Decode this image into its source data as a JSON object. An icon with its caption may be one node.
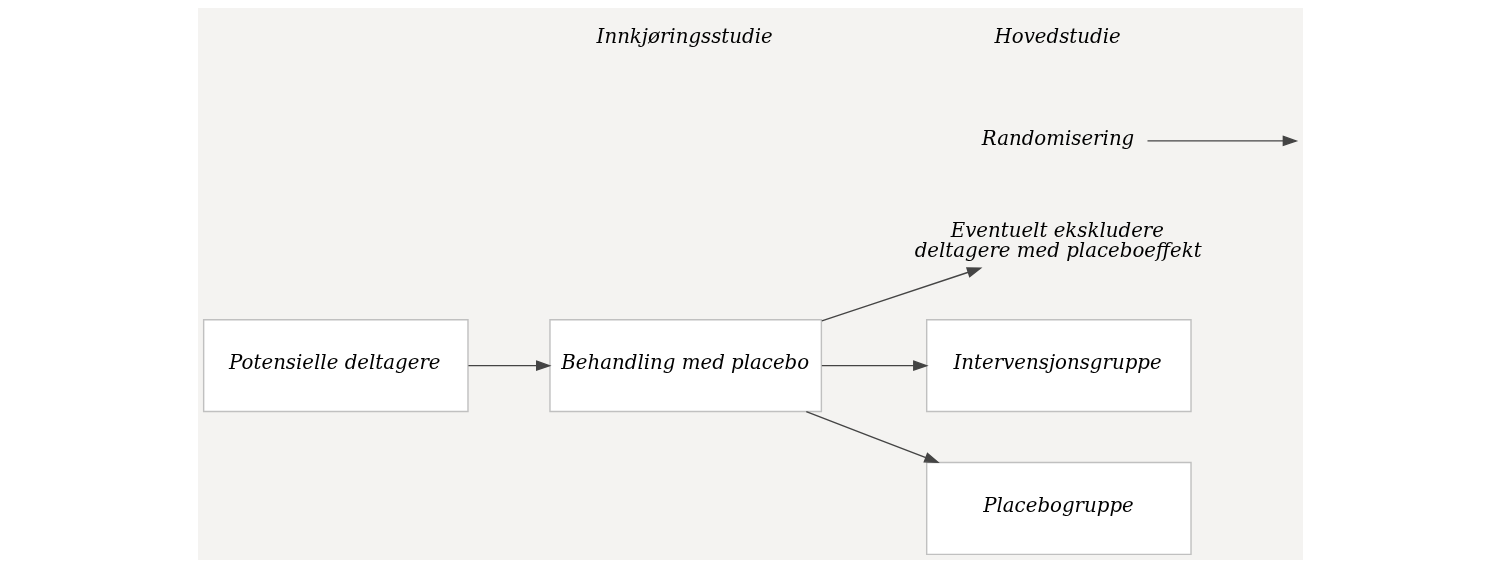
{
  "diagram": {
    "nodes": [
      {
        "text": [
          "Potensielle deltagere"
        ]
      },
      {
        "text": [
          "Behandling med placebo"
        ]
      },
      {
        "text": [
          "Eventuelt ekskludere deltagere med placeboeffekt"
        ]
      },
      {
        "text": [
          "Randomisering"
        ]
      },
      {
        "text": [
          "Intervensjonsgruppe"
        ]
      },
      {
        "text": [
          "Placebogruppe"
        ]
      }
    ],
    "edges": [
      {
        "from": 0,
        "to": 1,
        "arrow": "to"
      },
      {
        "from": 1,
        "to": 2,
        "arrow": "to"
      },
      {
        "from": 3,
        "to": null,
        "arrow": "to"
      },
      {
        "from": 1,
        "to": 4,
        "arrow": "to"
      },
      {
        "from": 1,
        "to": 5,
        "arrow": "to"
      }
    ],
    "labels": [
      "Innkjøringsstudie",
      "Hovedstudie"
    ]
  }
}
